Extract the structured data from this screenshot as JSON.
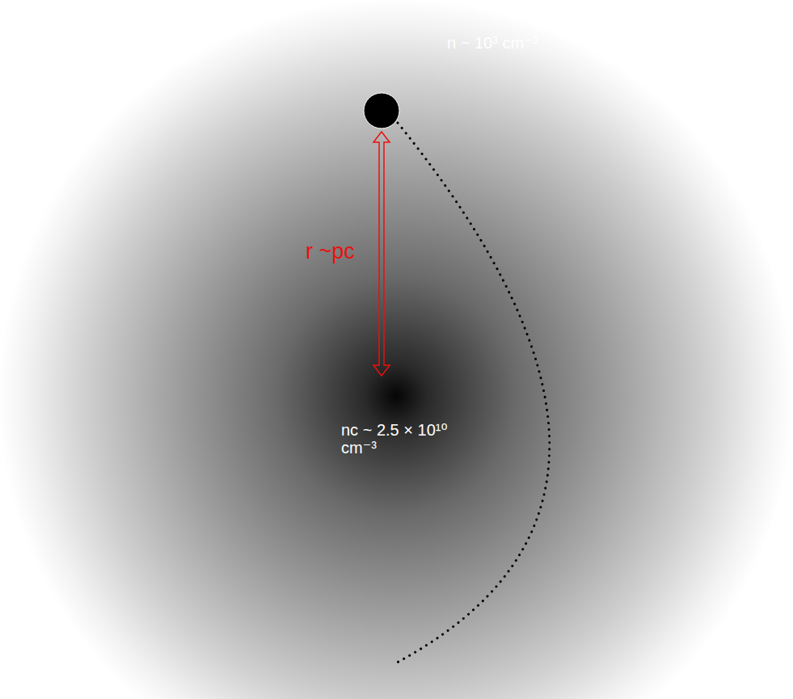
{
  "diagram": {
    "labels": [
      "n ~ 10³ cm⁻³",
      "r ~pc",
      "nc ~ 2.5 × 10¹⁰ cm⁻³"
    ]
  }
}
